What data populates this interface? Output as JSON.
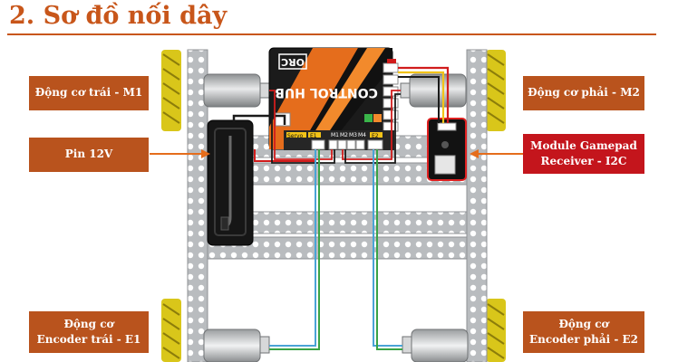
{
  "page": {
    "title": "2. Sơ đồ nối dây"
  },
  "labels": {
    "left_motor": "Động cơ trái - M1",
    "right_motor": "Động cơ phải - M2",
    "battery": "Pin 12V",
    "gamepad_line1": "Module Gamepad",
    "gamepad_line2": "Receiver - I2C",
    "left_encoder_line1": "Động cơ",
    "left_encoder_line2": "Encoder trái - E1",
    "right_encoder_line1": "Động cơ",
    "right_encoder_line2": "Encoder phải - E2"
  },
  "hub": {
    "brand": "ORC",
    "name": "CONTROL HUB",
    "servo": "Servo",
    "port_e1": "E1",
    "port_m1": "M1",
    "port_m2": "M2",
    "port_m3": "M3",
    "port_m4": "M4",
    "port_e2": "E2"
  },
  "colors": {
    "accent": "#c8561a",
    "label_bg": "#b9531d",
    "label_red": "#c4151c",
    "wire_red": "#d11c1c",
    "wire_black": "#1a1a1a",
    "wire_yellow": "#f2c318",
    "wire_blue": "#4aa3d6",
    "wire_green": "#3aa346",
    "frame": "#b9bcbf",
    "wheel": "#d9c61a"
  }
}
